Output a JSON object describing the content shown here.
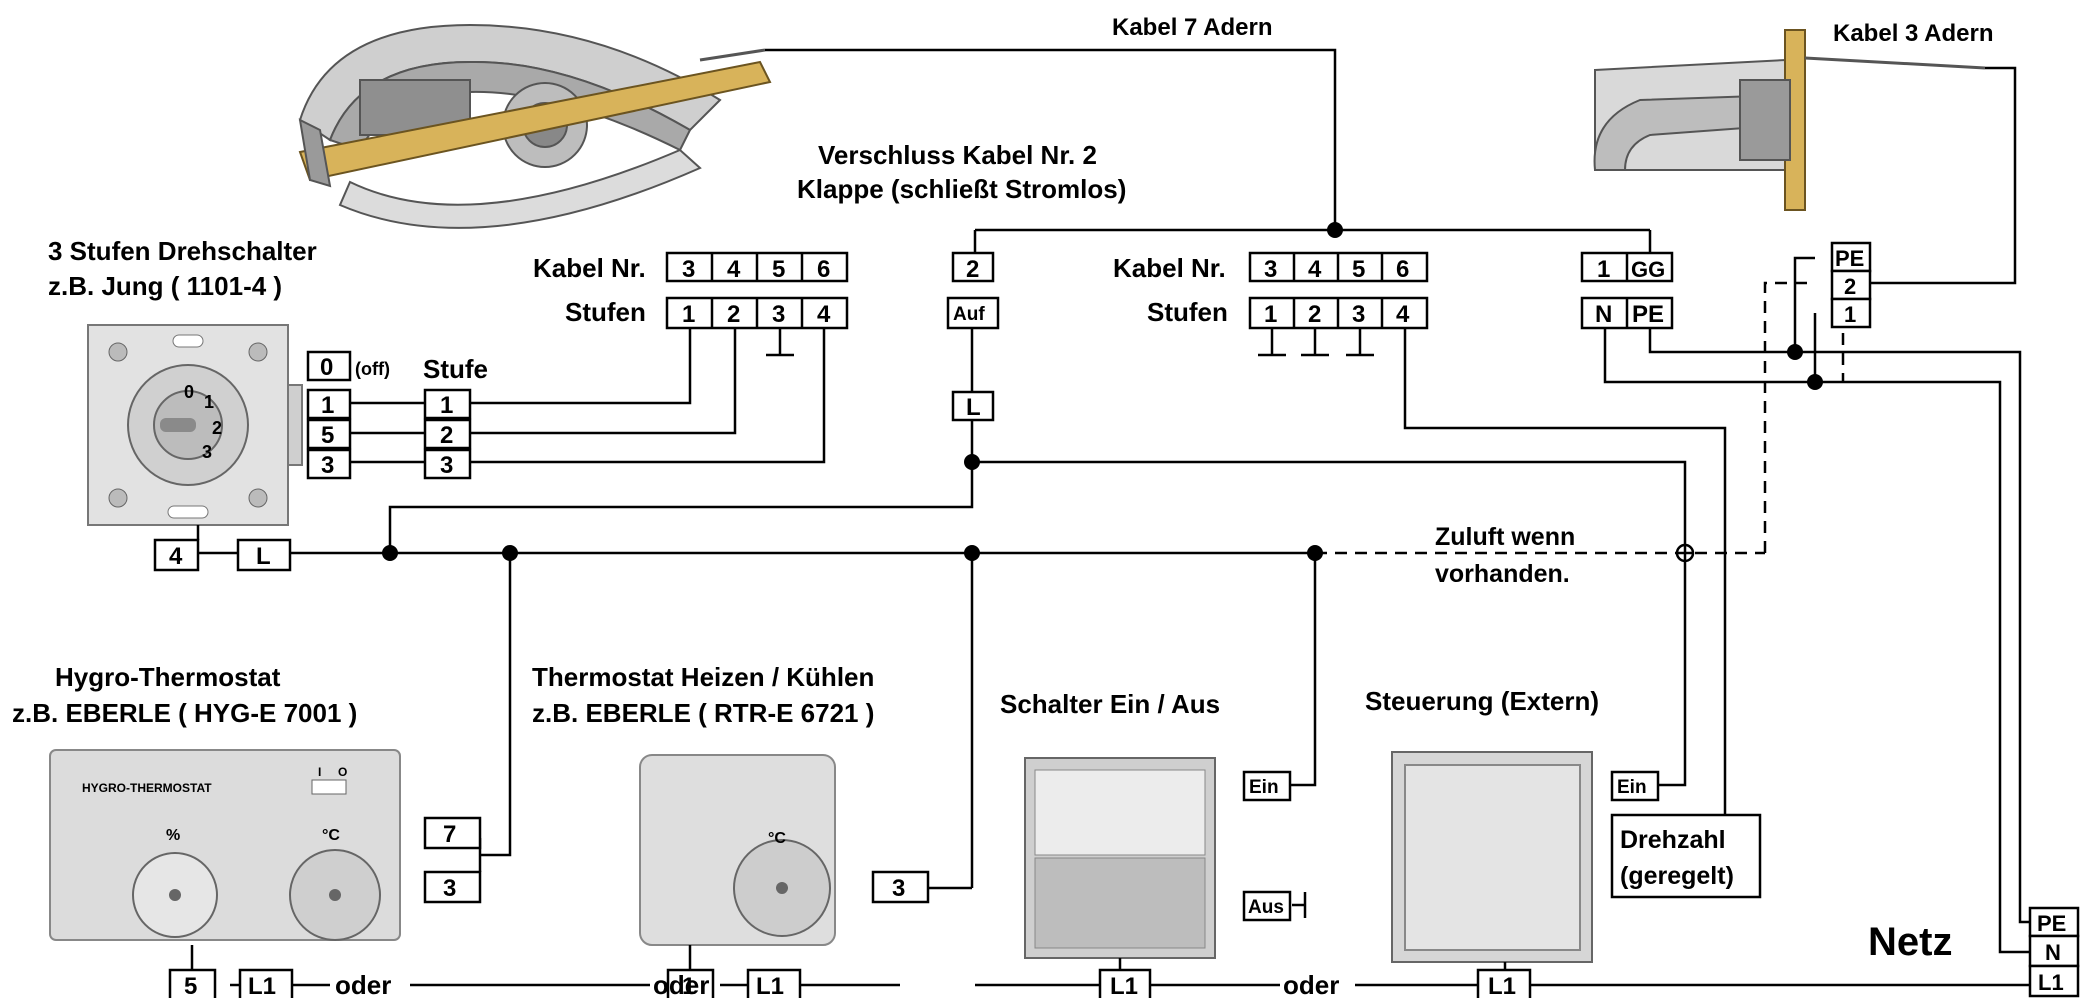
{
  "top": {
    "cable_7": "Kabel 7 Adern",
    "cable_3": "Kabel 3 Adern",
    "shutter_line1": "Verschluss  Kabel Nr. 2",
    "shutter_line2": "Klappe (schließt Stromlos)"
  },
  "switch": {
    "title": "3 Stufen Drehschalter",
    "model": "z.B. Jung ( 1101-4 )",
    "dial_labels": [
      "0",
      "1",
      "2",
      "3"
    ],
    "stufe_label": "Stufe",
    "off_term": "0",
    "off_note": "(off)",
    "terms_left": [
      "1",
      "5",
      "3"
    ],
    "terms_right": [
      "1",
      "2",
      "3"
    ],
    "bottom_terms": [
      "4",
      "L"
    ]
  },
  "block_left": {
    "kabel_label": "Kabel Nr.",
    "stufen_label": "Stufen",
    "kabel": [
      "3",
      "4",
      "5",
      "6"
    ],
    "stufen": [
      "1",
      "2",
      "3",
      "4"
    ]
  },
  "shutter": {
    "kabel": "2",
    "auf": "Auf",
    "l": "L"
  },
  "block_mid": {
    "kabel_label": "Kabel Nr.",
    "stufen_label": "Stufen",
    "kabel": [
      "3",
      "4",
      "5",
      "6"
    ],
    "stufen": [
      "1",
      "2",
      "3",
      "4"
    ]
  },
  "zuluft_terms": {
    "top": [
      "1",
      "GG"
    ],
    "bottom": [
      "N",
      "PE"
    ],
    "stack": [
      "PE",
      "2",
      "1"
    ]
  },
  "zuluft_note": [
    "Zuluft wenn",
    "vorhanden."
  ],
  "hygro": {
    "title": "Hygro-Thermostat",
    "model": "z.B. EBERLE ( HYG-E 7001 )",
    "face_label": "HYGRO-THERMOSTAT",
    "dial1": "%",
    "dial2": "°C",
    "switch_marks": [
      "I",
      "O"
    ],
    "terms_side": [
      "7",
      "3"
    ],
    "terms_bottom": [
      "5",
      "L1"
    ]
  },
  "thermostat": {
    "title": "Thermostat  Heizen / Kühlen",
    "model": "z.B. EBERLE ( RTR-E 6721 )",
    "dial": "°C",
    "term_side": "3",
    "terms_bottom": [
      "1",
      "L1"
    ]
  },
  "onoff": {
    "title": "Schalter Ein / Aus",
    "ein": "Ein",
    "aus": "Aus",
    "term_bottom": "L1"
  },
  "extern": {
    "title": "Steuerung (Extern)",
    "ein": "Ein",
    "drehzahl1": "Drehzahl",
    "drehzahl2": "(geregelt)",
    "term_bottom": "L1"
  },
  "oder": [
    "oder",
    "oder",
    "oder"
  ],
  "netz": {
    "label": "Netz",
    "terms": [
      "PE",
      "N",
      "L1"
    ]
  }
}
